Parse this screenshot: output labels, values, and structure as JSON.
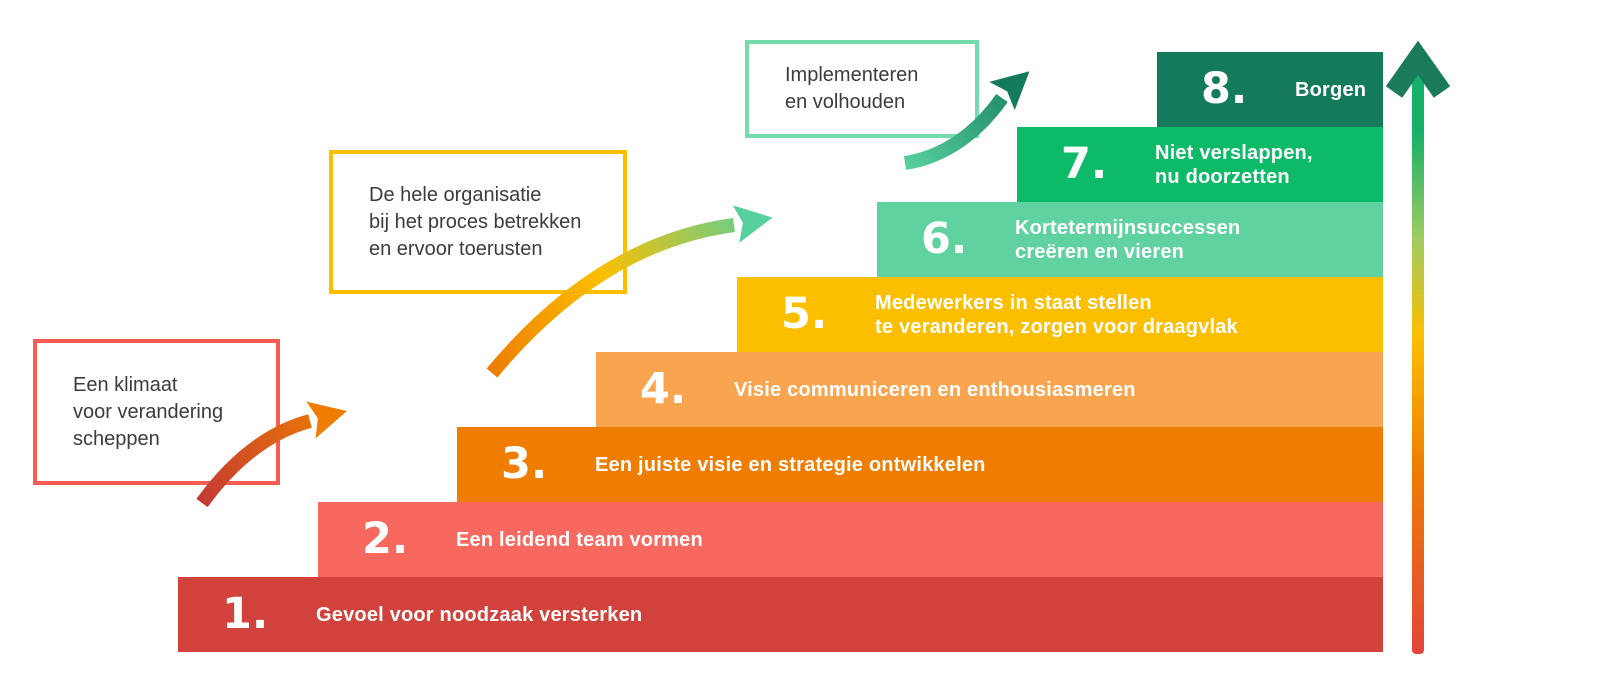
{
  "diagram": {
    "name": "Kotter 8-stappen verandermodel trap",
    "steps": [
      {
        "number": "1.",
        "label": "Gevoel voor noodzaak versterken",
        "color": "#d2423c"
      },
      {
        "number": "2.",
        "label": "Een leidend team vormen",
        "color": "#f7685e"
      },
      {
        "number": "3.",
        "label": "Een juiste visie en strategie ontwikkelen",
        "color": "#ee7d01"
      },
      {
        "number": "4.",
        "label": "Visie communiceren en enthousiasmeren",
        "color": "#f9a54f"
      },
      {
        "number": "5.",
        "label": "Medewerkers in staat stellen\nte veranderen, zorgen voor draagvlak",
        "color": "#fcbf00"
      },
      {
        "number": "6.",
        "label": "Kortetermijnsuccessen\ncreëren en vieren",
        "color": "#5fd2a0"
      },
      {
        "number": "7.",
        "label": "Niet verslappen,\nnu doorzetten",
        "color": "#0cba68"
      },
      {
        "number": "8.",
        "label": "Borgen",
        "color": "#147a5c"
      }
    ],
    "callouts": [
      {
        "text": "Een klimaat\nvoor verandering\nscheppen",
        "border_color": "#f65c52"
      },
      {
        "text": "De hele organisatie\nbij het proces betrekken\nen ervoor toerusten",
        "border_color": "#fcbf00"
      },
      {
        "text": "Implementeren\nen volhouden",
        "border_color": "#74dcaa"
      }
    ],
    "colors": {
      "background": "#ffffff",
      "bar_text": "#ffffff",
      "callout_text": "#3c3c3c",
      "arrow1_from": "#c43a33",
      "arrow1_to": "#ee7d01",
      "arrow2_from": "#ee7d01",
      "arrow2_mid": "#fcbf00",
      "arrow2_to": "#57d09d",
      "arrow3_from": "#57d09d",
      "arrow3_to": "#147a5c",
      "axis_from": "#e2453c",
      "axis_mid1": "#ee7d01",
      "axis_mid2": "#fcbf00",
      "axis_mid3": "#9ecb62",
      "axis_to": "#16b168",
      "axis_head": "#1a7b5c"
    }
  }
}
